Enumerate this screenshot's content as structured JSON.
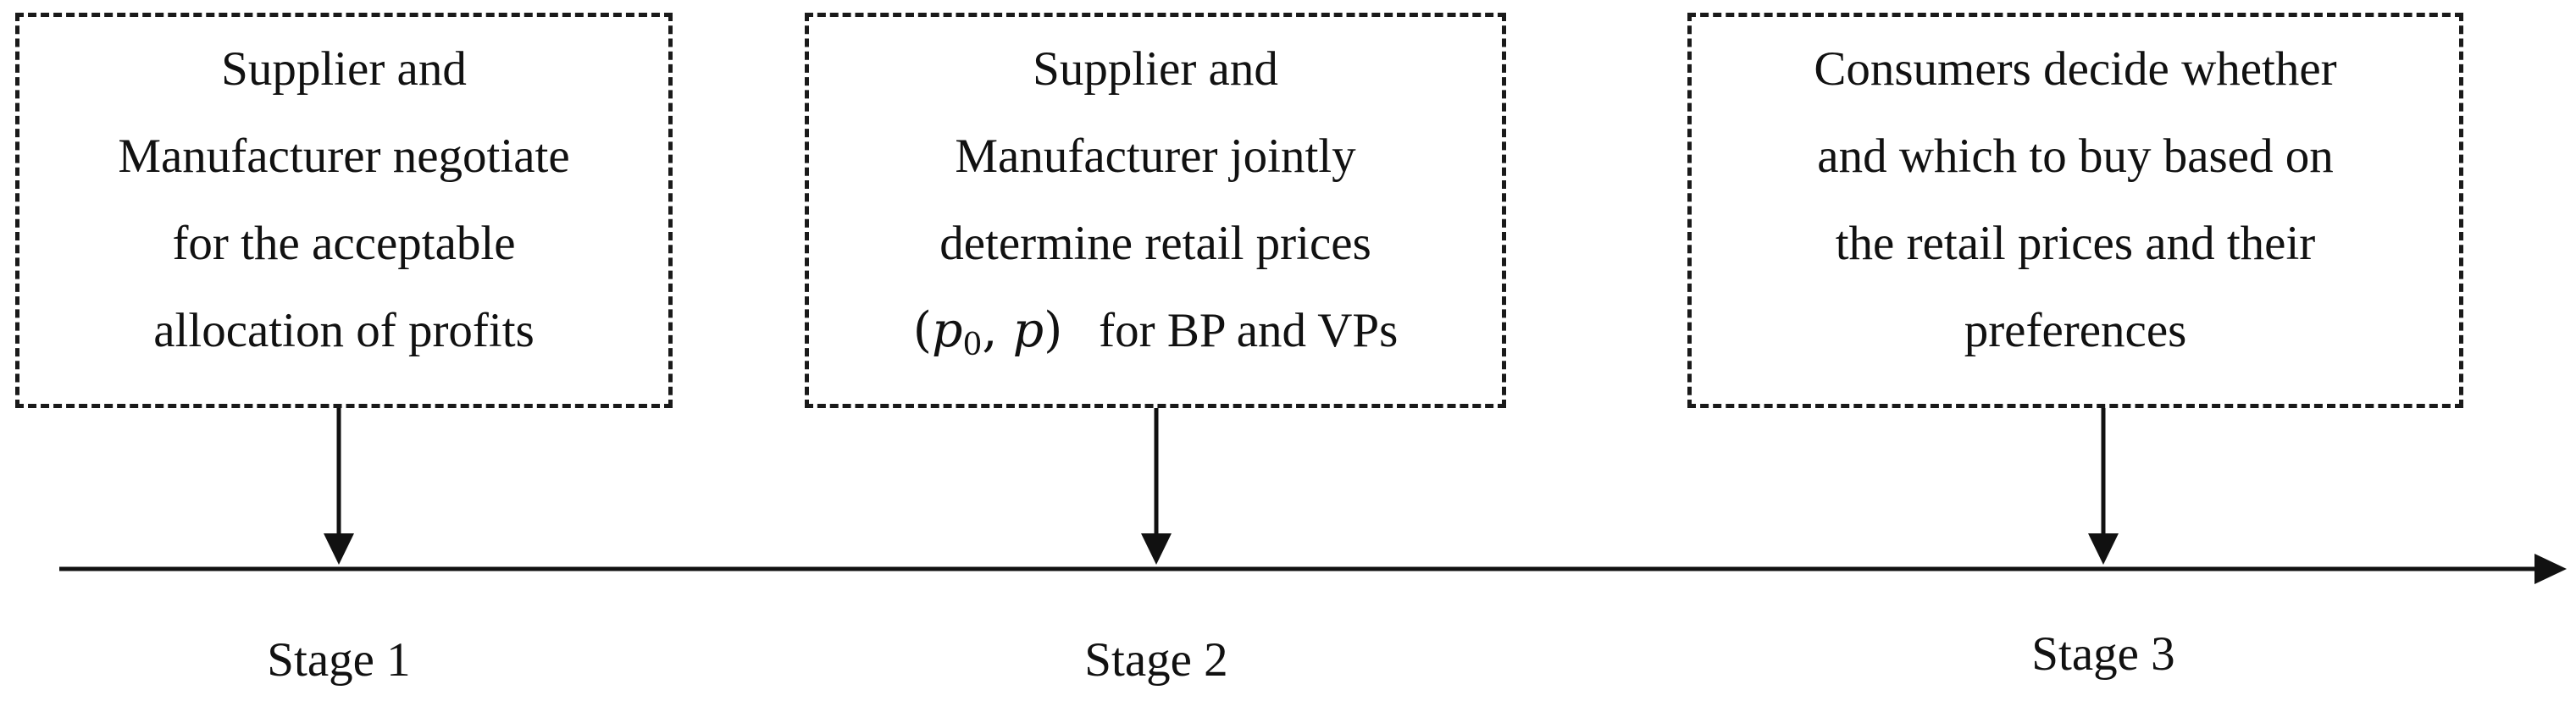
{
  "diagram": {
    "boxes": [
      {
        "lines": [
          "Supplier and",
          "Manufacturer negotiate",
          "for the acceptable",
          "allocation of profits"
        ]
      },
      {
        "lines": [
          "Supplier and",
          "Manufacturer jointly",
          "determine retail prices"
        ],
        "math_open": "(",
        "math_p": "p",
        "math_sub": "0",
        "math_sep": ",",
        "math_close": ")",
        "last_line_suffix": "for BP and VPs"
      },
      {
        "lines": [
          "Consumers decide whether",
          "and which to buy based on",
          "the retail prices and their",
          "preferences"
        ]
      }
    ],
    "stages": [
      "Stage 1",
      "Stage 2",
      "Stage 3"
    ]
  }
}
